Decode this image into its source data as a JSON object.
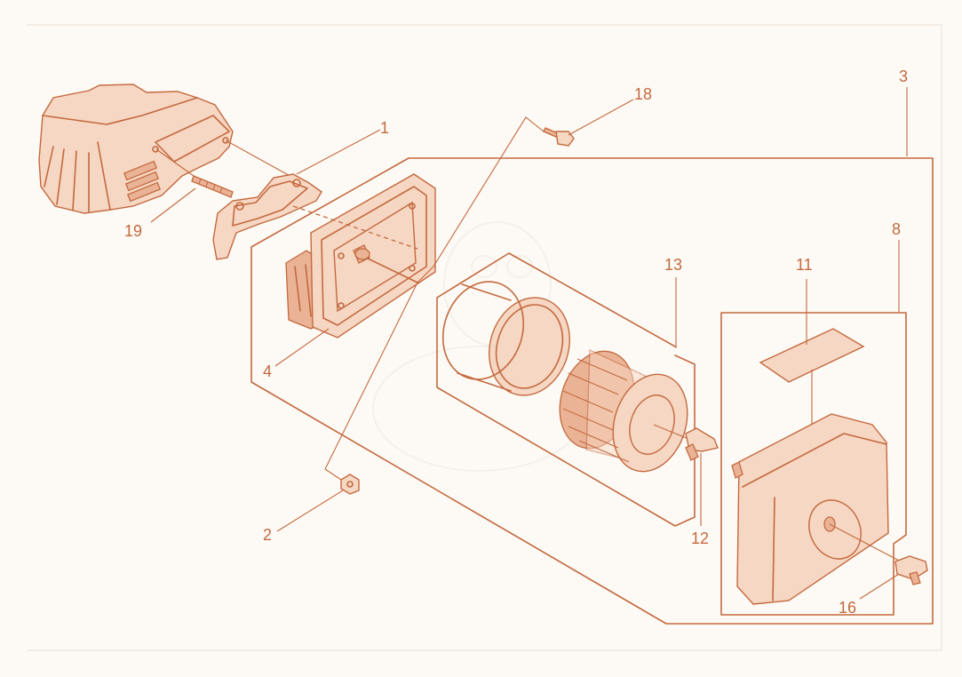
{
  "colors": {
    "line": "#c4693e",
    "fill_light": "#f6d7c3",
    "fill_mid": "#eab396",
    "background": "#fdfaf5"
  },
  "diagram": {
    "callouts": [
      {
        "id": "1",
        "text": "1"
      },
      {
        "id": "2",
        "text": "2"
      },
      {
        "id": "3",
        "text": "3"
      },
      {
        "id": "4",
        "text": "4"
      },
      {
        "id": "8",
        "text": "8"
      },
      {
        "id": "11",
        "text": "11"
      },
      {
        "id": "12",
        "text": "12"
      },
      {
        "id": "13",
        "text": "13"
      },
      {
        "id": "16",
        "text": "16"
      },
      {
        "id": "18",
        "text": "18"
      },
      {
        "id": "19",
        "text": "19"
      }
    ]
  }
}
